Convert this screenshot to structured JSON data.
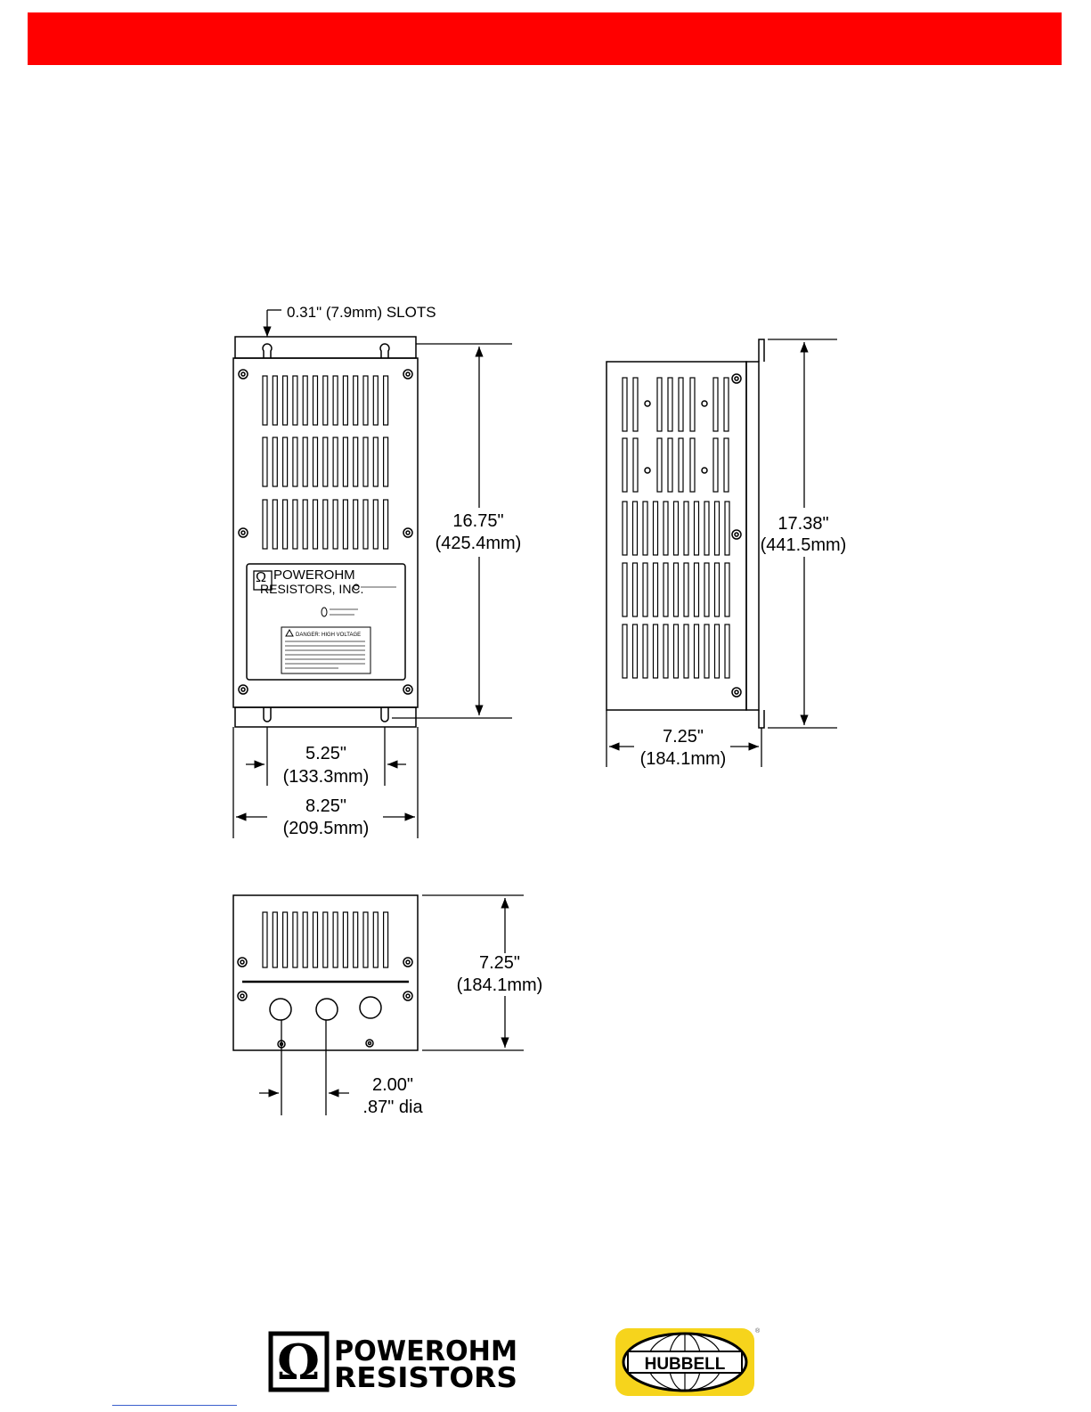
{
  "colors": {
    "banner": "#ff0000",
    "line": "#000000",
    "hubbell_yellow": "#f6d41c"
  },
  "front_view": {
    "slot_callout": "0.31\" (7.9mm) SLOTS",
    "height_in": "16.75\"",
    "height_mm": "(425.4mm)",
    "slot_spacing_in": "5.25\"",
    "slot_spacing_mm": "(133.3mm)",
    "width_in": "8.25\"",
    "width_mm": "(209.5mm)",
    "nameplate": {
      "brand_line1": "POWEROHM",
      "brand_line2": "RESISTORS, INC.",
      "warning_title": "DANGER: HIGH VOLTAGE"
    }
  },
  "side_view": {
    "height_in": "17.38\"",
    "height_mm": "(441.5mm)",
    "depth_in": "7.25\"",
    "depth_mm": "(184.1mm)"
  },
  "bottom_view": {
    "height_in": "7.25\"",
    "height_mm": "(184.1mm)",
    "hole_spacing": "2.00\"",
    "hole_diameter": ".87\" dia"
  },
  "footer": {
    "powerohm_line1": "POWEROHM",
    "powerohm_line2": "RESISTORS",
    "hubbell": "HUBBELL"
  }
}
